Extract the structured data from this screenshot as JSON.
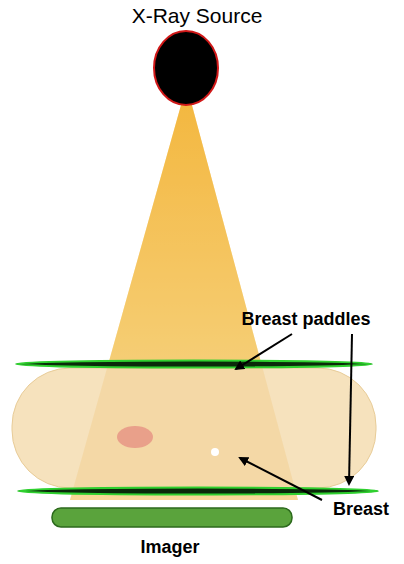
{
  "diagram": {
    "labels": [
      "X-Ray Source",
      "Breast paddles",
      "Breast",
      "Imager"
    ]
  }
}
